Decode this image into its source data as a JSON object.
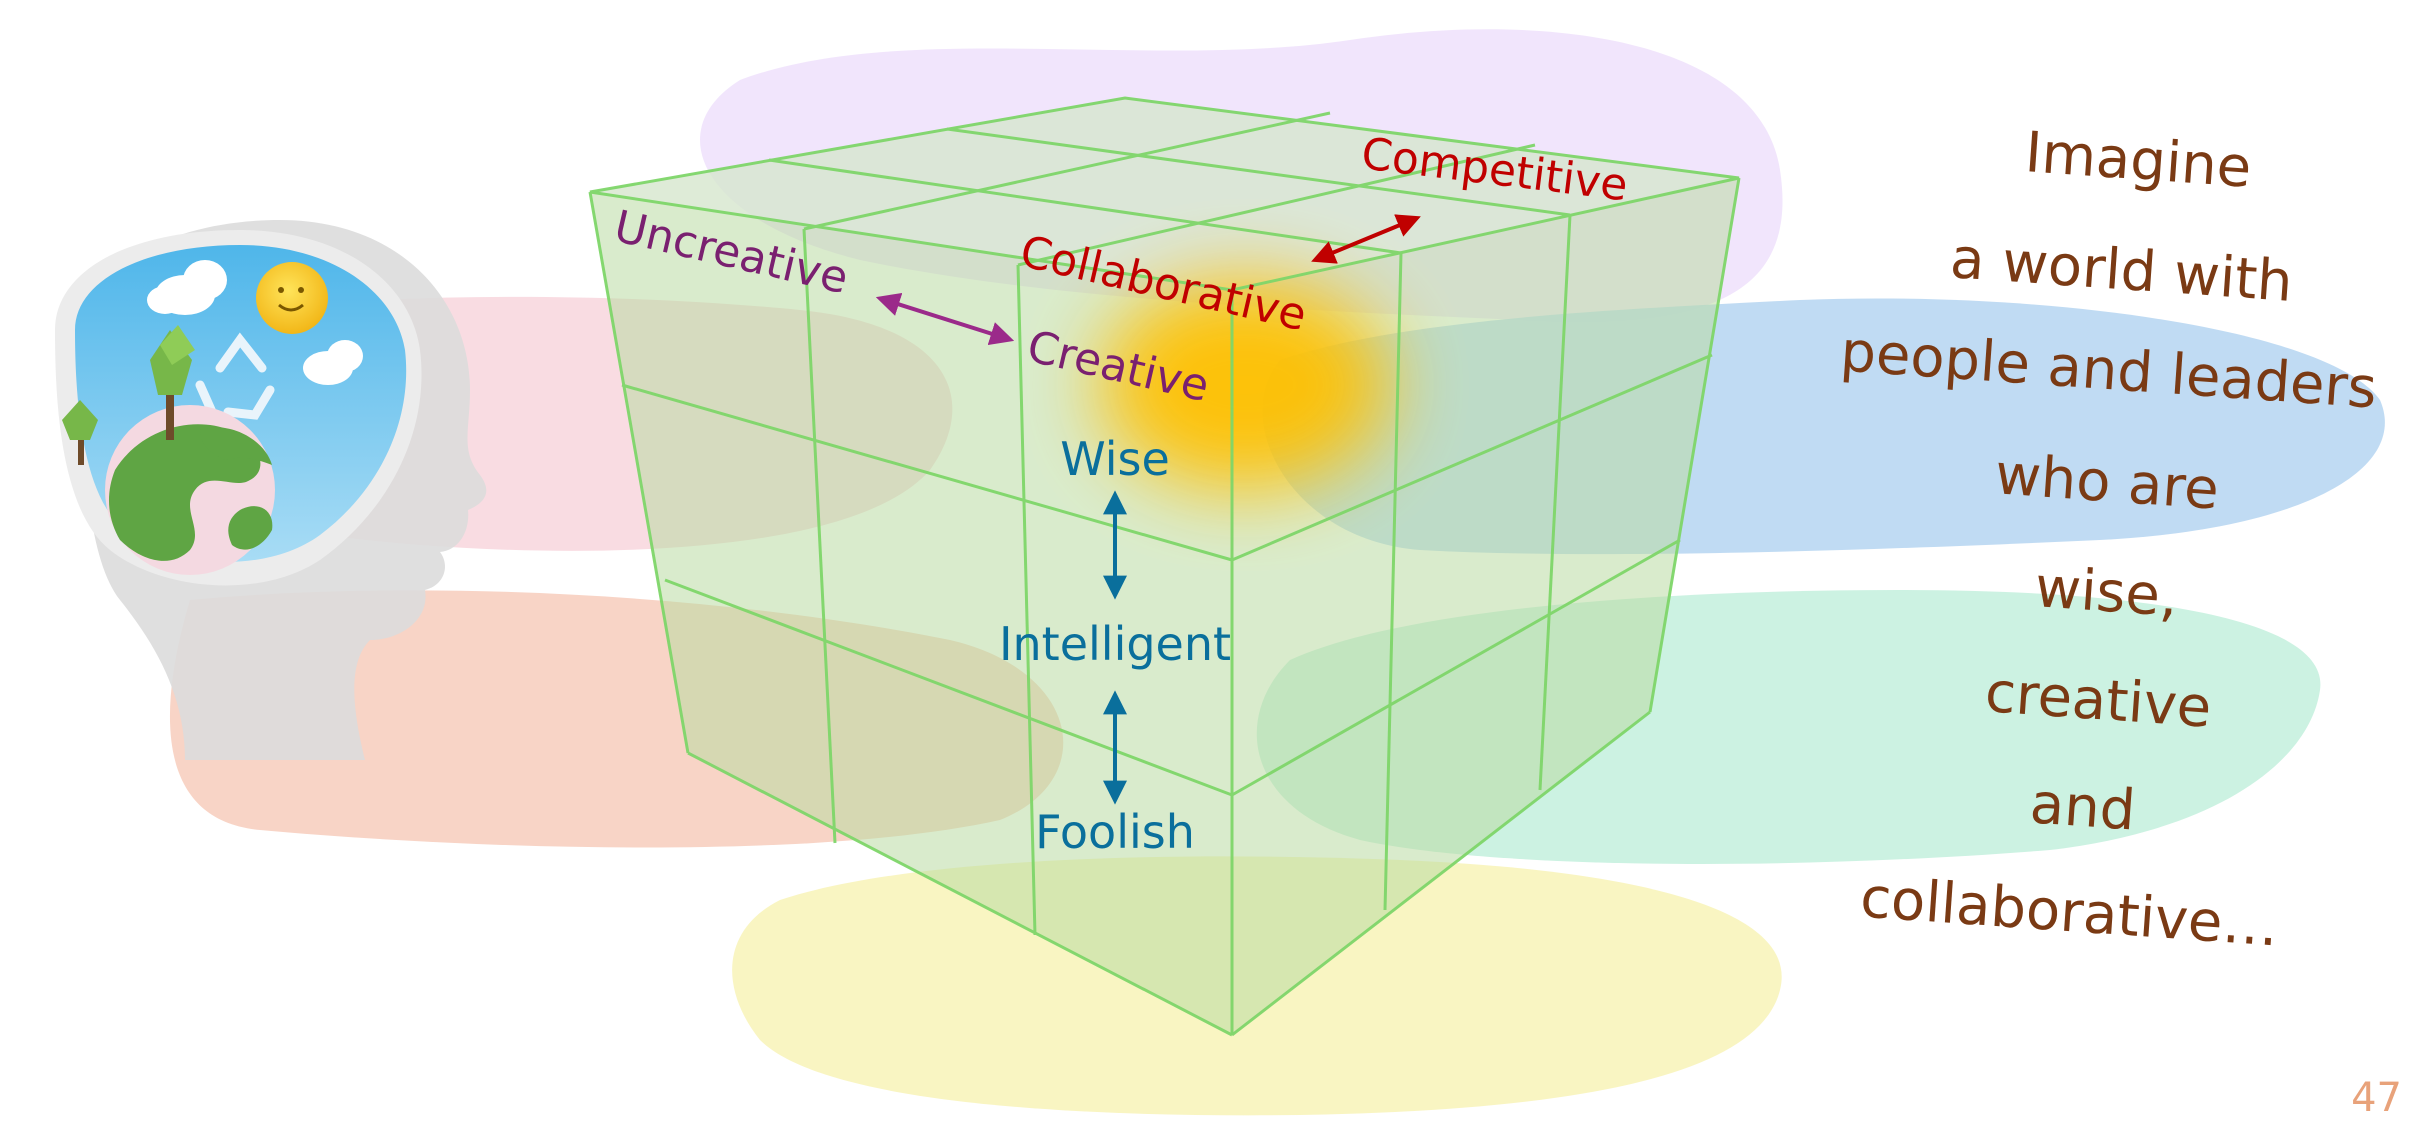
{
  "cube": {
    "top_labels": {
      "uncreative": "Uncreative",
      "creative": "Creative",
      "collaborative": "Collaborative",
      "competitive": "Competitive"
    },
    "vertical_labels": {
      "wise": "Wise",
      "intelligent": "Intelligent",
      "foolish": "Foolish"
    }
  },
  "quote": {
    "lines": [
      "Imagine",
      "a world with",
      "people and leaders",
      "who are",
      "wise,",
      "creative",
      "and",
      "collaborative…"
    ]
  },
  "page_number": "47",
  "colors": {
    "cube_edge": "#7fd66a",
    "creative_axis": "#8a2270",
    "competitive_axis": "#c00000",
    "wisdom_axis": "#0a6f9c",
    "quote_text": "#7a3a14",
    "highlight": "#ffc000"
  },
  "icons": {
    "head": "head-with-globe-icon",
    "sun": "sun-icon",
    "recycle": "recycle-icon",
    "tree": "tree-icon",
    "cloud": "cloud-icon",
    "globe": "globe-icon"
  }
}
